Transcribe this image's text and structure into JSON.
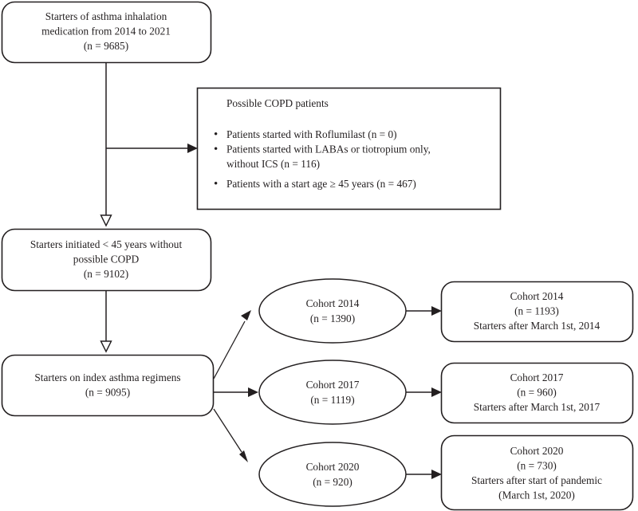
{
  "diagram": {
    "title": "Asthma inhalation medication starters cohort flow diagram",
    "type": "flowchart",
    "line_color": "#231f20",
    "fill_color": "#ffffff"
  },
  "nodes": {
    "source_population": {
      "shape": "rounded-rect",
      "lines": [
        "Starters of asthma inhalation",
        "medication from 2014 to 2021",
        "(n = 9685)"
      ]
    },
    "excluded_copd": {
      "shape": "rect",
      "heading": "Possible COPD patients",
      "bullets": [
        [
          "Patients started with Roflumilast (n = 0)"
        ],
        [
          "Patients started with LABAs or tiotropium only,",
          "without ICS (n = 116)"
        ],
        [
          "Patients with a start age ≥ 45 years (n = 467)"
        ]
      ]
    },
    "after_exclusion": {
      "shape": "rounded-rect",
      "lines": [
        "Starters initiated < 45 years without",
        "possible COPD",
        "(n = 9102)"
      ]
    },
    "index_regimens": {
      "shape": "rounded-rect",
      "lines": [
        "Starters on index asthma regimens",
        "(n = 9095)"
      ]
    },
    "cohort_2014_ellipse": {
      "shape": "ellipse",
      "lines": [
        "Cohort 2014",
        "(n = 1390)"
      ]
    },
    "cohort_2017_ellipse": {
      "shape": "ellipse",
      "lines": [
        "Cohort 2017",
        "(n = 1119)"
      ]
    },
    "cohort_2020_ellipse": {
      "shape": "ellipse",
      "lines": [
        "Cohort 2020",
        "(n = 920)"
      ]
    },
    "cohort_2014_final": {
      "shape": "rounded-rect",
      "lines": [
        "Cohort 2014",
        "(n = 1193)",
        "Starters after March 1st, 2014"
      ]
    },
    "cohort_2017_final": {
      "shape": "rounded-rect",
      "lines": [
        "Cohort 2017",
        "(n = 960)",
        "Starters after March 1st, 2017"
      ]
    },
    "cohort_2020_final": {
      "shape": "rounded-rect",
      "lines": [
        "Cohort 2020",
        "(n = 730)",
        "Starters after start of pandemic",
        "(March 1st, 2020)"
      ]
    }
  },
  "edges": [
    {
      "name": "source-to-excluded",
      "arrowhead": "solid"
    },
    {
      "name": "source-to-after-exclusion",
      "arrowhead": "hollow"
    },
    {
      "name": "after-exclusion-to-index",
      "arrowhead": "hollow"
    },
    {
      "name": "index-to-cohort-2014",
      "arrowhead": "solid"
    },
    {
      "name": "index-to-cohort-2017",
      "arrowhead": "solid"
    },
    {
      "name": "index-to-cohort-2020",
      "arrowhead": "solid"
    },
    {
      "name": "cohort-2014-to-final",
      "arrowhead": "solid"
    },
    {
      "name": "cohort-2017-to-final",
      "arrowhead": "solid"
    },
    {
      "name": "cohort-2020-to-final",
      "arrowhead": "solid"
    }
  ]
}
